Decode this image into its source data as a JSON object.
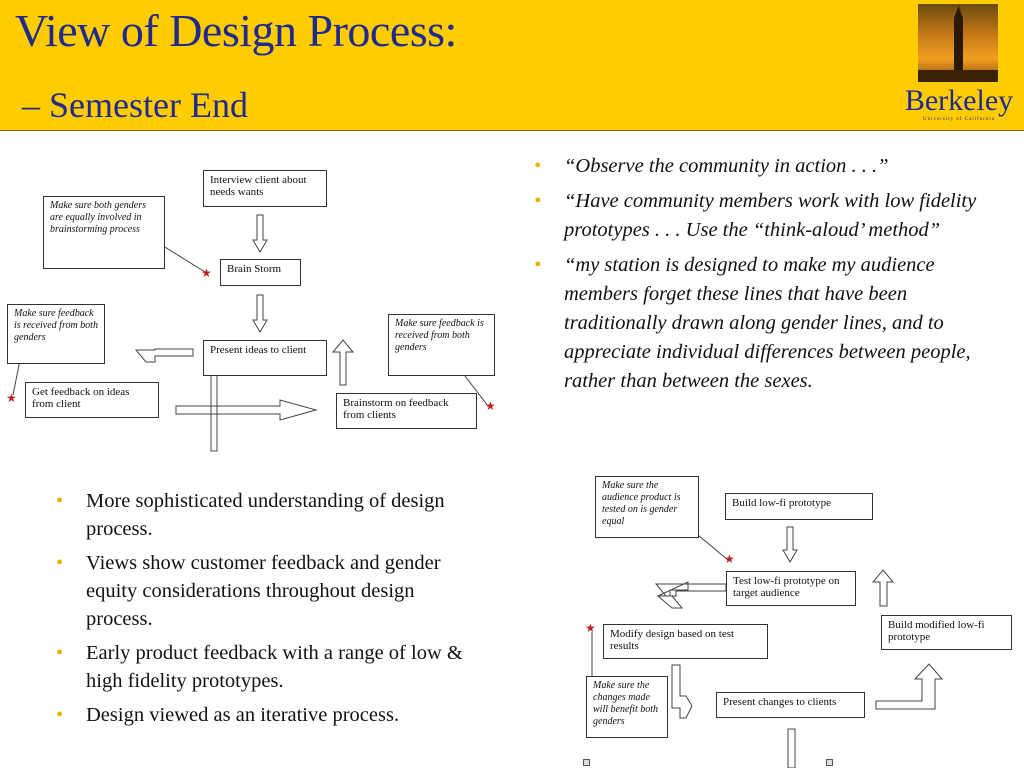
{
  "title": {
    "line1": "View of Design Process:",
    "line2": "– Semester End"
  },
  "logo": {
    "word": "Berkeley",
    "sub": "University of California"
  },
  "diagram1": {
    "boxes": {
      "interview": "Interview client about needs wants",
      "brainstorm": "Brain Storm",
      "present": "Present ideas to client",
      "feedback": "Get feedback on ideas from client",
      "brainstorm_feedback": "Brainstorm on feedback from clients"
    },
    "notes": {
      "gender_brainstorm": "Make sure both genders are equally involved in brainstorming process",
      "feedback_left": "Make sure feedback is received from both genders",
      "feedback_right": "Make sure feedback is received from both genders"
    }
  },
  "diagram2": {
    "boxes": {
      "build_low": "Build low-fi prototype",
      "test_low": "Test low-fi prototype on target audience",
      "modify": "Modify design based on test results",
      "build_modified": "Build modified low-fi prototype",
      "present_changes": "Present changes to clients"
    },
    "notes": {
      "tested_equal": "Make sure the audience product is tested on is gender equal",
      "changes_benefit": "Make sure the changes made will benefit both genders"
    }
  },
  "quotes": [
    "“Observe the community in action . . .”",
    "“Have community members work with low fidelity prototypes . . . Use the “think-aloud’ method”",
    "“my station is designed to make my audience members forget these lines that have been traditionally drawn along gender lines, and to appreciate individual differences between people, rather than between the sexes."
  ],
  "bullets": [
    "More sophisticated understanding of design process.",
    "Views show customer feedback and gender equity considerations throughout design process.",
    "Early product feedback with a range of low & high fidelity prototypes.",
    "Design viewed as an iterative process."
  ],
  "bullet_char": "•",
  "star_char": "★"
}
